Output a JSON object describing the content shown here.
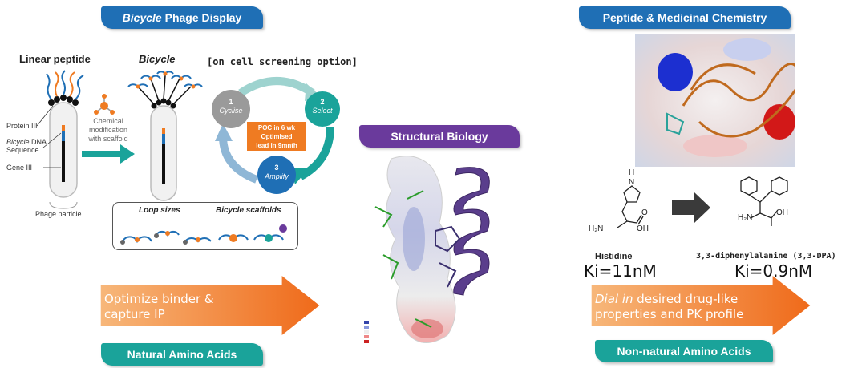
{
  "sections": {
    "phage_display": {
      "title_italic": "Bicycle",
      "title_rest": " Phage Display"
    },
    "structural_biology": {
      "title": "Structural Biology"
    },
    "med_chem": {
      "title": "Peptide & Medicinal Chemistry"
    },
    "natural_aa": {
      "title": "Natural Amino Acids"
    },
    "non_natural_aa": {
      "title": "Non-natural Amino Acids"
    }
  },
  "phage": {
    "linear_peptide": "Linear peptide",
    "bicycle": "Bicycle",
    "protein_iii": "Protein III",
    "dna_italic": "Bicycle",
    "dna_rest": " DNA",
    "sequence": "Sequence",
    "gene_iii": "Gene III",
    "phage_particle": "Phage particle",
    "chem_mod_1": "Chemical",
    "chem_mod_2": "modification",
    "chem_mod_3": "with scaffold"
  },
  "cycle": {
    "header": "[on cell screening option]",
    "step1_num": "1",
    "step1_label": "Cyclise",
    "step2_num": "2",
    "step2_label": "Select",
    "step3_num": "3",
    "step3_label": "Amplify",
    "poc_1": "POC in 6 wk",
    "poc_2": "Optimised",
    "poc_3": "lead in 9mnth"
  },
  "loops": {
    "loop_sizes": "Loop sizes",
    "scaffolds": "Bicycle scaffolds"
  },
  "arrows": {
    "left_line1": "Optimize binder &",
    "left_line2": "capture IP",
    "right_line1_italic": "Dial in",
    "right_line1_rest": " desired drug-like",
    "right_line2": "properties and PK profile"
  },
  "chemistry": {
    "histidine": "Histidine",
    "histidine_ki": "Ki=11nM",
    "dpa": "3,3-diphenylalanine (3,3-DPA)",
    "dpa_ki": "Ki=0.9nM",
    "atom_h": "H",
    "atom_n": "N",
    "atom_h2n": "H₂N",
    "atom_oh": "OH",
    "atom_o": "O"
  },
  "colors": {
    "blue": "#1f6fb5",
    "teal": "#1aa39a",
    "purple": "#6a3a9c",
    "orange": "#ef7b22"
  }
}
